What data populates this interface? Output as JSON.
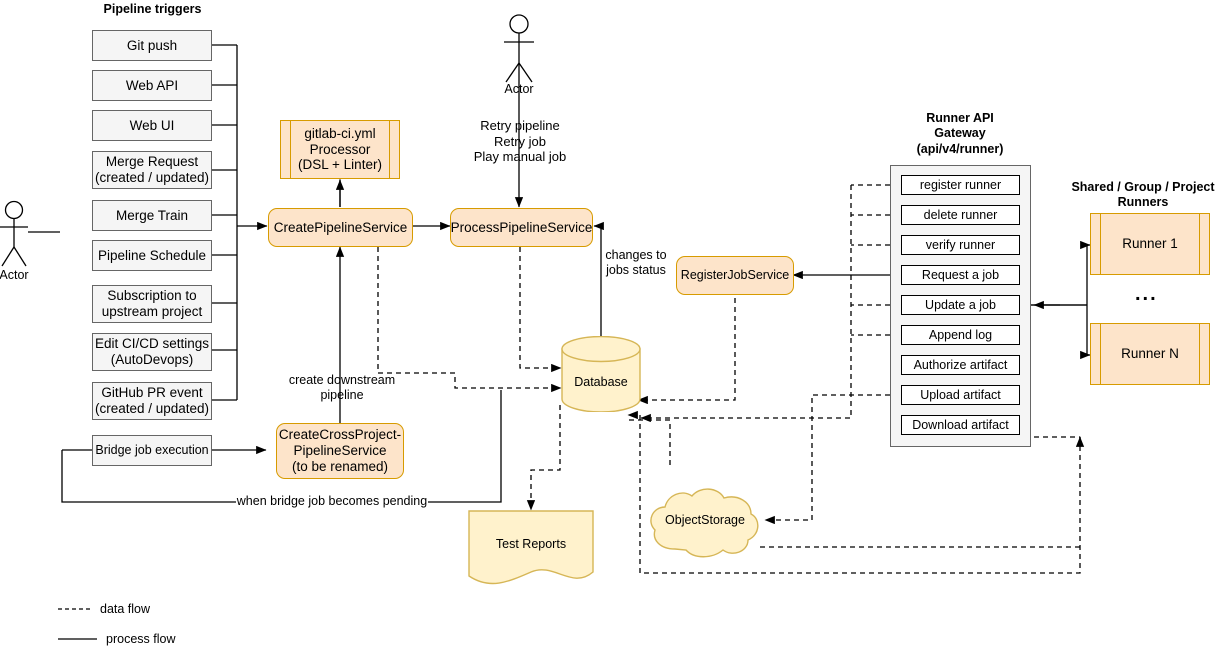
{
  "diagram": {
    "title_pipeline_triggers": "Pipeline triggers",
    "title_runner_api": "Runner API\nGateway\n(api/v4/runner)",
    "title_runner_api_l1": "Runner API",
    "title_runner_api_l2": "Gateway",
    "title_runner_api_l3": "(api/v4/runner)",
    "title_runners_l1": "Shared / Group / Project",
    "title_runners_l2": "Runners"
  },
  "actors": [
    {
      "name": "actor-left",
      "label": "Actor"
    },
    {
      "name": "actor-top",
      "label": "Actor"
    }
  ],
  "triggers": [
    {
      "label": "Git push"
    },
    {
      "label": "Web API"
    },
    {
      "label": "Web UI"
    },
    {
      "label": "Merge Request\n(created / updated)",
      "l1": "Merge Request",
      "l2": "(created / updated)"
    },
    {
      "label": "Merge Train"
    },
    {
      "label": "Pipeline Schedule"
    },
    {
      "label": "Subscription to\nupstream project",
      "l1": "Subscription to",
      "l2": "upstream project"
    },
    {
      "label": "Edit CI/CD settings\n(AutoDevops)",
      "l1": "Edit CI/CD settings",
      "l2": "(AutoDevops)"
    },
    {
      "label": "GitHub PR event\n(created / updated)",
      "l1": "GitHub PR event",
      "l2": "(created / updated)"
    },
    {
      "label": "Bridge job execution"
    }
  ],
  "services": {
    "yml_processor": {
      "l1": "gitlab-ci.yml",
      "l2": "Processor",
      "l3": "(DSL + Linter)"
    },
    "create_pipeline": "CreatePipelineService",
    "process_pipeline": "ProcessPipelineService",
    "register_job": "RegisterJobService",
    "cross_project": {
      "l1": "CreateCrossProject-",
      "l2": "PipelineService",
      "l3": "(to be renamed)"
    }
  },
  "stores": {
    "database": "Database",
    "test_reports": "Test Reports",
    "object_storage": "ObjectStorage"
  },
  "api_endpoints": [
    {
      "label": "register runner"
    },
    {
      "label": "delete runner"
    },
    {
      "label": "verify runner"
    },
    {
      "label": "Request a job"
    },
    {
      "label": "Update a job"
    },
    {
      "label": "Append log"
    },
    {
      "label": "Authorize artifact"
    },
    {
      "label": "Upload artifact"
    },
    {
      "label": "Download artifact"
    }
  ],
  "runners": [
    {
      "label": "Runner 1"
    },
    {
      "label": "Runner N"
    }
  ],
  "runners_ellipsis": "...",
  "edge_labels": {
    "retry": {
      "l1": "Retry pipeline",
      "l2": "Retry job",
      "l3": "Play manual job"
    },
    "changes_to_jobs_status": {
      "l1": "changes to",
      "l2": "jobs status"
    },
    "create_downstream": {
      "l1": "create downstream",
      "l2": "pipeline"
    },
    "bridge_pending": "when bridge job becomes pending"
  },
  "legend": [
    {
      "kind": "dashed",
      "label": "data flow"
    },
    {
      "kind": "solid",
      "label": "process flow"
    }
  ],
  "colors": {
    "service_fill": "#fde4ca",
    "service_stroke": "#d79b00",
    "store_fill": "#fff2cc",
    "store_stroke": "#d6b656",
    "trigger_fill": "#f5f5f5",
    "trigger_stroke": "#666666",
    "line": "#000000"
  }
}
